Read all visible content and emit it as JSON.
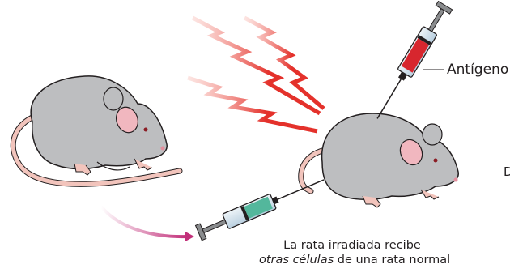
{
  "labels": {
    "antigen": "Antígeno",
    "caption_line1": "La rata irradiada recibe",
    "caption_line2_italic": "otras células",
    "caption_line2_rest": " de una rata normal",
    "edge_letter": "D"
  },
  "colors": {
    "rat_body": "#bdbec0",
    "rat_outline": "#231f20",
    "ear_inner": "#f1b7bf",
    "tail": "#f2c4bc",
    "radiation": "#e4312b",
    "arrow": "#c2307a",
    "antigen_liquid": "#d7262e",
    "cells_liquid": "#53b79c",
    "syringe_barrel": "#dbe8f1"
  }
}
